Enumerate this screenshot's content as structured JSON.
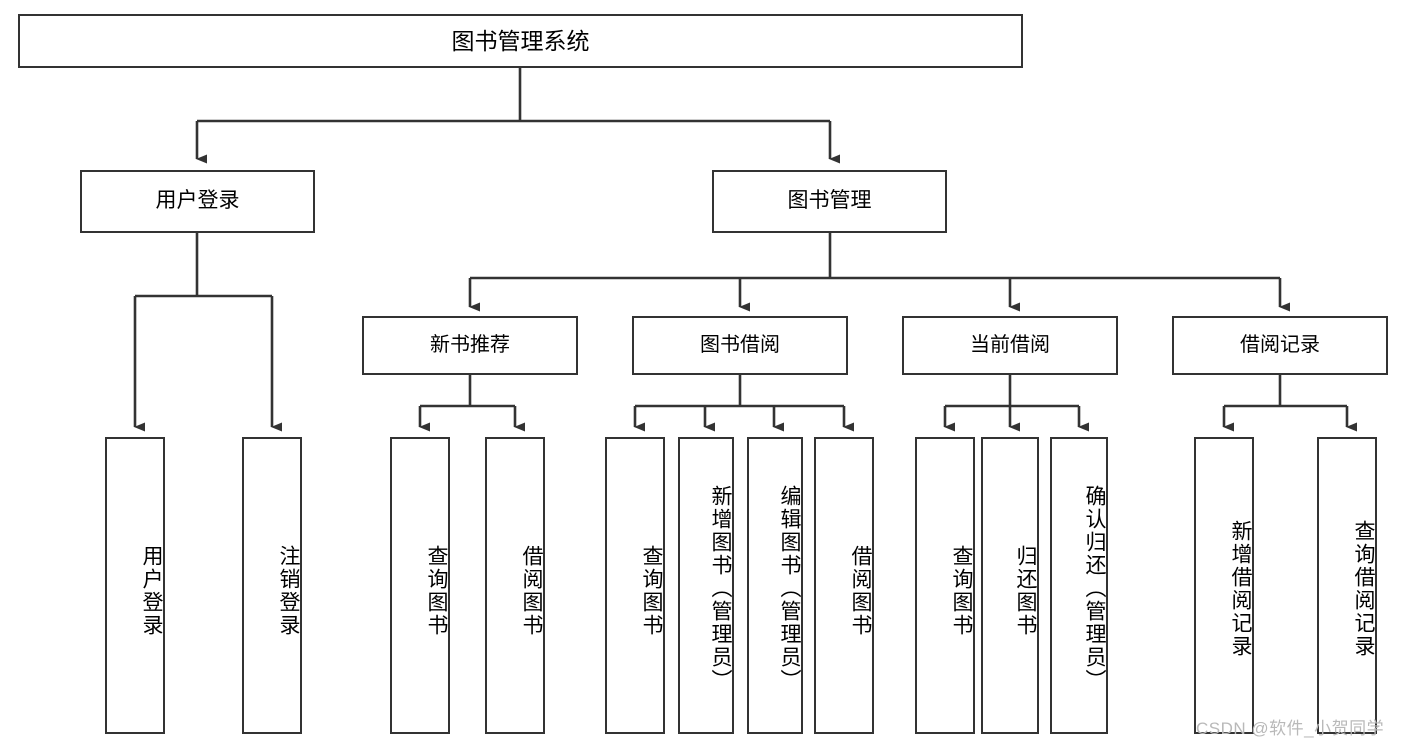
{
  "diagram": {
    "title": "图书管理系统",
    "type": "tree-hierarchy-diagram",
    "colors": {
      "box_border": "#333333",
      "box_fill": "#ffffff",
      "edge": "#333333",
      "text": "#000000",
      "watermark": "#b9b9b9"
    },
    "root": {
      "label": "图书管理系统"
    },
    "level1": [
      {
        "label": "用户登录"
      },
      {
        "label": "图书管理"
      }
    ],
    "level2": [
      {
        "label": "新书推荐"
      },
      {
        "label": "图书借阅"
      },
      {
        "label": "当前借阅"
      },
      {
        "label": "借阅记录"
      }
    ],
    "leaves": {
      "user_login": [
        {
          "label": "用户登录"
        },
        {
          "label": "注销登录"
        }
      ],
      "new_book_recommend": [
        {
          "label": "查询图书"
        },
        {
          "label": "借阅图书"
        }
      ],
      "book_borrow": [
        {
          "label": "查询图书"
        },
        {
          "label": "新增图书（管理员）"
        },
        {
          "label": "编辑图书（管理员）"
        },
        {
          "label": "借阅图书"
        }
      ],
      "current_borrow": [
        {
          "label": "查询图书"
        },
        {
          "label": "归还图书"
        },
        {
          "label": "确认归还（管理员）"
        }
      ],
      "borrow_record": [
        {
          "label": "新增借阅记录"
        },
        {
          "label": "查询借阅记录"
        }
      ]
    }
  },
  "watermark": {
    "text": "CSDN @软件_小贺同学"
  }
}
